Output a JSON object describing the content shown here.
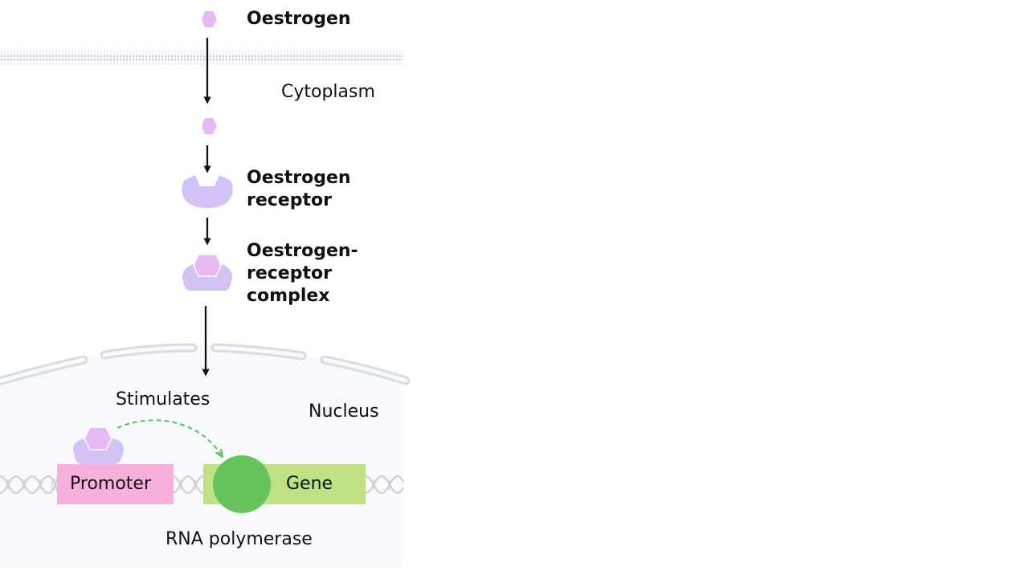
{
  "labels": {
    "oestrogen": "Oestrogen",
    "cytoplasm": "Cytoplasm",
    "receptor_line1": "Oestrogen",
    "receptor_line2": "receptor",
    "complex_line1": "Oestrogen-",
    "complex_line2": "receptor",
    "complex_line3": "complex",
    "stimulates": "Stimulates",
    "nucleus": "Nucleus",
    "promoter": "Promoter",
    "gene": "Gene",
    "rna_polymerase": "RNA polymerase"
  },
  "colors": {
    "oestrogen": "#e8b8f4",
    "receptor": "#d2c2f6",
    "promoter": "#f7b0dc",
    "gene": "#bfe183",
    "rna_polymerase": "#66c35e",
    "stimulation_arrow": "#5cbf58",
    "membrane": "#c7ced8",
    "nucleus_fill": "#f7f9fc",
    "nuclear_envelope": "#dbe1e8",
    "dna": "#cccccc"
  }
}
